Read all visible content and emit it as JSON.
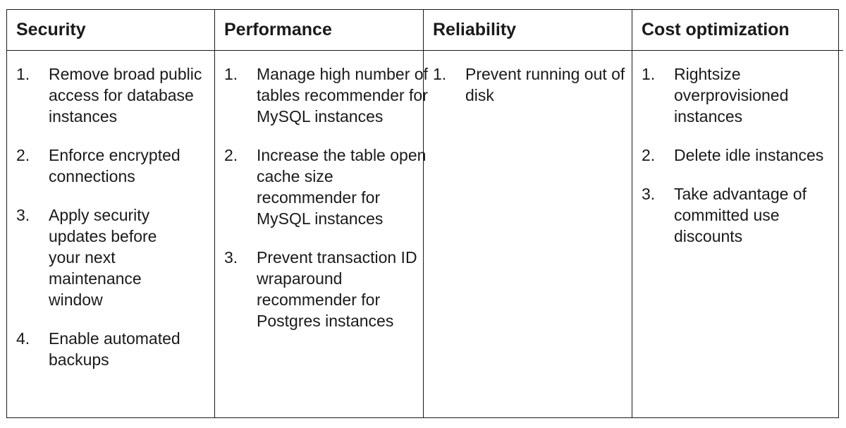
{
  "columns": [
    {
      "title": "Security",
      "items": [
        {
          "num": "1.",
          "text": "Remove broad public access for database instances"
        },
        {
          "num": "2.",
          "text": "Enforce encrypted connections"
        },
        {
          "num": "3.",
          "text": "Apply security updates before your next maintenance window"
        },
        {
          "num": "4.",
          "text": "Enable automated backups"
        }
      ]
    },
    {
      "title": "Performance",
      "items": [
        {
          "num": "1.",
          "text": "Manage high number of tables recommender for MySQL instances"
        },
        {
          "num": "2.",
          "text": "Increase the table open cache size recommender for MySQL instances"
        },
        {
          "num": "3.",
          "text": "Prevent transaction ID wraparound recommender for Postgres instances"
        }
      ]
    },
    {
      "title": "Reliability",
      "items": [
        {
          "num": "1.",
          "text": "Prevent running out of disk"
        }
      ]
    },
    {
      "title": "Cost optimization",
      "items": [
        {
          "num": "1.",
          "text": "Rightsize overprovisioned instances"
        },
        {
          "num": "2.",
          "text": "Delete idle instances"
        },
        {
          "num": "3.",
          "text": "Take advantage of committed use discounts"
        }
      ]
    }
  ]
}
